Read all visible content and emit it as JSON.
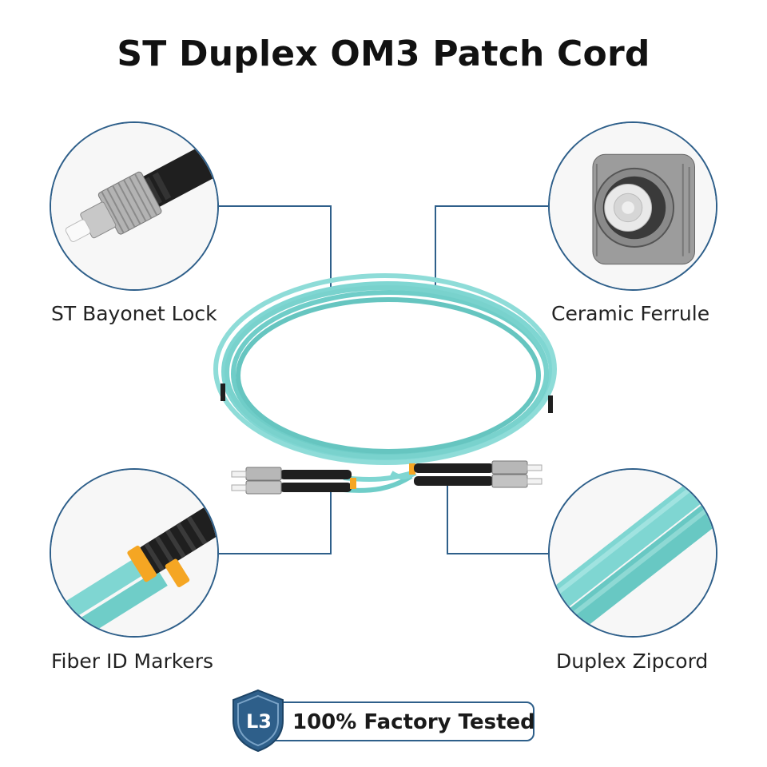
{
  "header": {
    "title": "ST Duplex OM3 Patch Cord"
  },
  "features": [
    {
      "label": "ST Bayonet Lock",
      "icon": "st-connector-closeup-icon"
    },
    {
      "label": "Ceramic Ferrule",
      "icon": "ferrule-endface-icon"
    },
    {
      "label": "Fiber ID Markers",
      "icon": "fiber-id-marker-icon"
    },
    {
      "label": "Duplex Zipcord",
      "icon": "zipcord-cable-icon"
    }
  ],
  "badge": {
    "shield_text": "L3",
    "text": "100% Factory Tested"
  },
  "colors": {
    "accent": "#2e5f8a",
    "cable_aqua": "#7fd6d2",
    "cable_aqua_dark": "#55b9b4",
    "boot_black": "#1f1f1f",
    "marker_orange": "#f5a623"
  }
}
